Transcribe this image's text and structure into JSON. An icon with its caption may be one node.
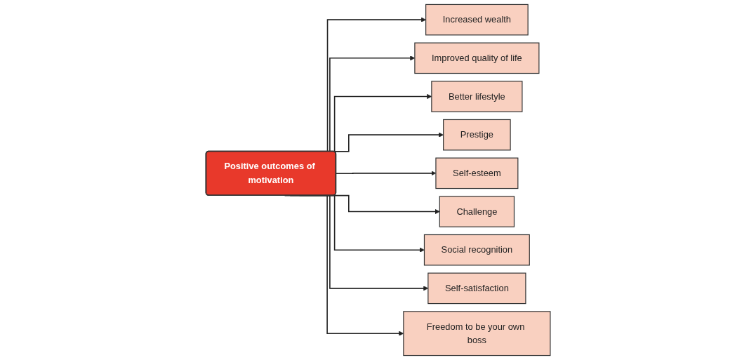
{
  "diagram": {
    "nodes": [
      {
        "text": [
          "Positive outcomes of motivation"
        ]
      },
      {
        "text": [
          "Increased wealth"
        ]
      },
      {
        "text": [
          "Improved quality of life"
        ]
      },
      {
        "text": [
          "Better lifestyle"
        ]
      },
      {
        "text": [
          "Prestige"
        ]
      },
      {
        "text": [
          "Self-esteem"
        ]
      },
      {
        "text": [
          "Challenge"
        ]
      },
      {
        "text": [
          "Social recognition"
        ]
      },
      {
        "text": [
          "Self-satisfaction"
        ]
      },
      {
        "text": [
          "Freedom to be your own boss"
        ]
      }
    ],
    "edges": [
      {
        "from": 0,
        "to": 1,
        "arrow": "to"
      },
      {
        "from": 0,
        "to": 2,
        "arrow": "to"
      },
      {
        "from": 0,
        "to": 3,
        "arrow": "to"
      },
      {
        "from": 0,
        "to": 4,
        "arrow": "to"
      },
      {
        "from": 0,
        "to": 5,
        "arrow": "to"
      },
      {
        "from": 0,
        "to": 6,
        "arrow": "to"
      },
      {
        "from": 0,
        "to": 7,
        "arrow": "to"
      },
      {
        "from": 0,
        "to": 8,
        "arrow": "to"
      },
      {
        "from": 0,
        "to": 9,
        "arrow": "to"
      }
    ]
  }
}
